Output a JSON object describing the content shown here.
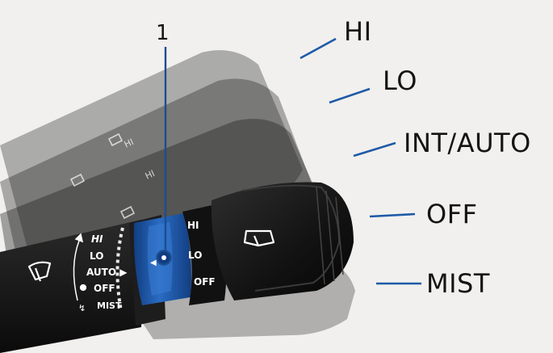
{
  "diagram": {
    "callout_number": "1",
    "positions": [
      "HI",
      "LO",
      "INT/AUTO",
      "OFF",
      "MIST"
    ],
    "collar_labels": [
      "HI",
      "LO",
      "OFF"
    ],
    "stalk_labels": [
      "HI",
      "LO",
      "AUTO ▶",
      "OFF",
      "MIST"
    ],
    "ghost_labels": [
      "HI",
      "HI"
    ],
    "icons": {
      "stalk": "wiper-icon",
      "knob": "rear-wiper-icon",
      "ghost": "washer-spray-icon"
    },
    "colors": {
      "background": "#f1f0ee",
      "accent": "#1e5aa8",
      "callout": "#1b4d8f",
      "label": "#141414"
    }
  }
}
